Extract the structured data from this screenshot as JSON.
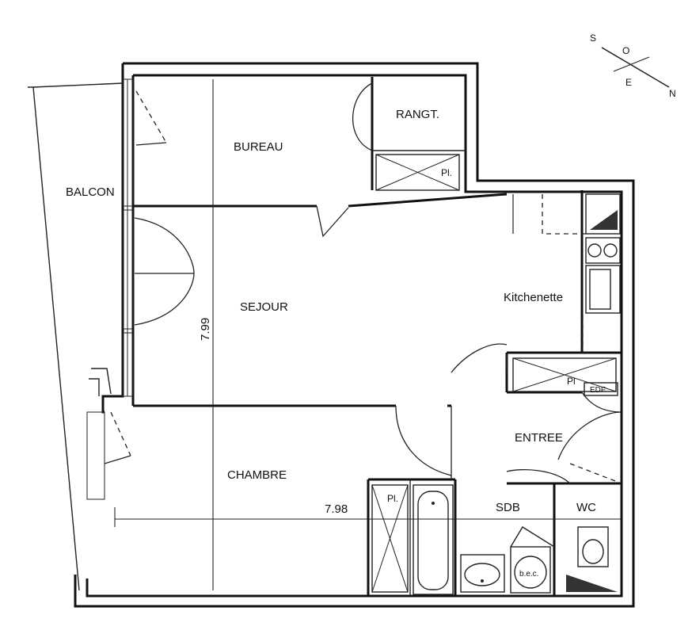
{
  "rooms": {
    "balcon": "BALCON",
    "bureau": "BUREAU",
    "rangt": "RANGT.",
    "sejour": "SEJOUR",
    "kitchenette": "Kitchenette",
    "chambre": "CHAMBRE",
    "entree": "ENTREE",
    "sdb": "SDB",
    "wc": "WC"
  },
  "labels": {
    "placard_1": "Pl.",
    "placard_2": "Pl",
    "placard_3": "Pl.",
    "edf": "EDF",
    "bec": "b.e.c."
  },
  "dimensions": {
    "vertical": "7.99",
    "horizontal": "7.98"
  },
  "compass": {
    "letters": [
      "N",
      "S",
      "E",
      "O"
    ]
  }
}
